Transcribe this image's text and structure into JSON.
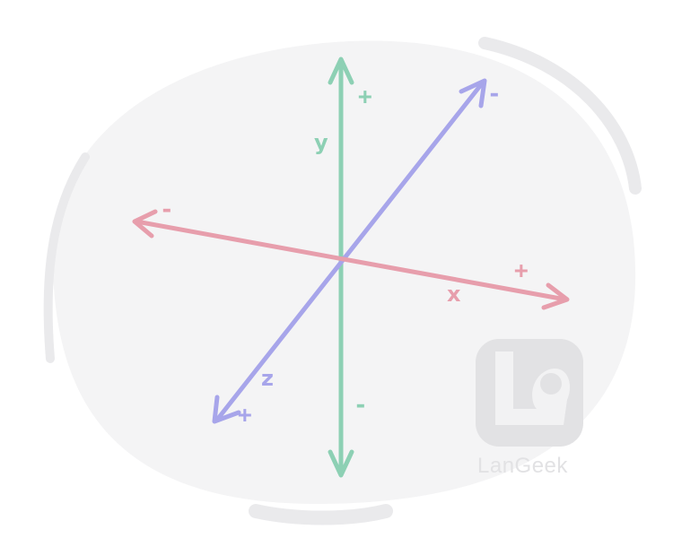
{
  "colors": {
    "backdrop": "#f4f4f5",
    "backdrop_stroke": "#eaeaec",
    "x_axis": "#e79eac",
    "y_axis": "#8dd0b4",
    "z_axis": "#a7a5ea",
    "logo": "#e2e2e4"
  },
  "axes": {
    "x": {
      "label": "x",
      "positive": "+",
      "negative": "-"
    },
    "y": {
      "label": "y",
      "positive": "+",
      "negative": "-"
    },
    "z": {
      "label": "z",
      "positive": "+",
      "negative": "-"
    }
  },
  "watermark": {
    "brand": "LanGeek"
  }
}
